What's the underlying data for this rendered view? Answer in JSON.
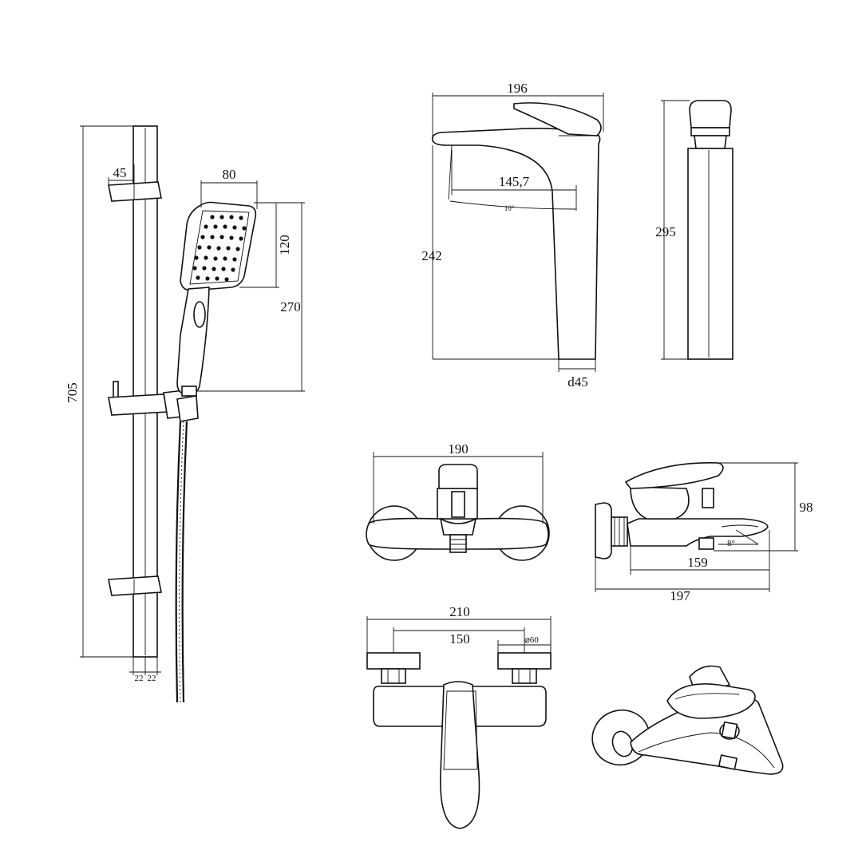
{
  "dimensions": {
    "rail_height": "705",
    "bracket_depth": "45",
    "rail_width_left": "22",
    "rail_width_right": "22",
    "head_width": "80",
    "head_face_height": "120",
    "handshower_length": "270",
    "basin_reach": "196",
    "basin_spout_offset": "145,7",
    "basin_spout_angle": "10°",
    "basin_height": "242",
    "basin_base_dia": "d45",
    "basin_side_height": "295",
    "bath_front_width": "190",
    "bath_side_height": "98",
    "bath_side_spout": "159",
    "bath_side_depth": "197",
    "bath_spout_angle": "8°",
    "bath_top_width": "210",
    "bath_centers": "150",
    "bath_flange_dia": "⌀60"
  },
  "colors": {
    "line": "#111111",
    "background": "#ffffff"
  }
}
